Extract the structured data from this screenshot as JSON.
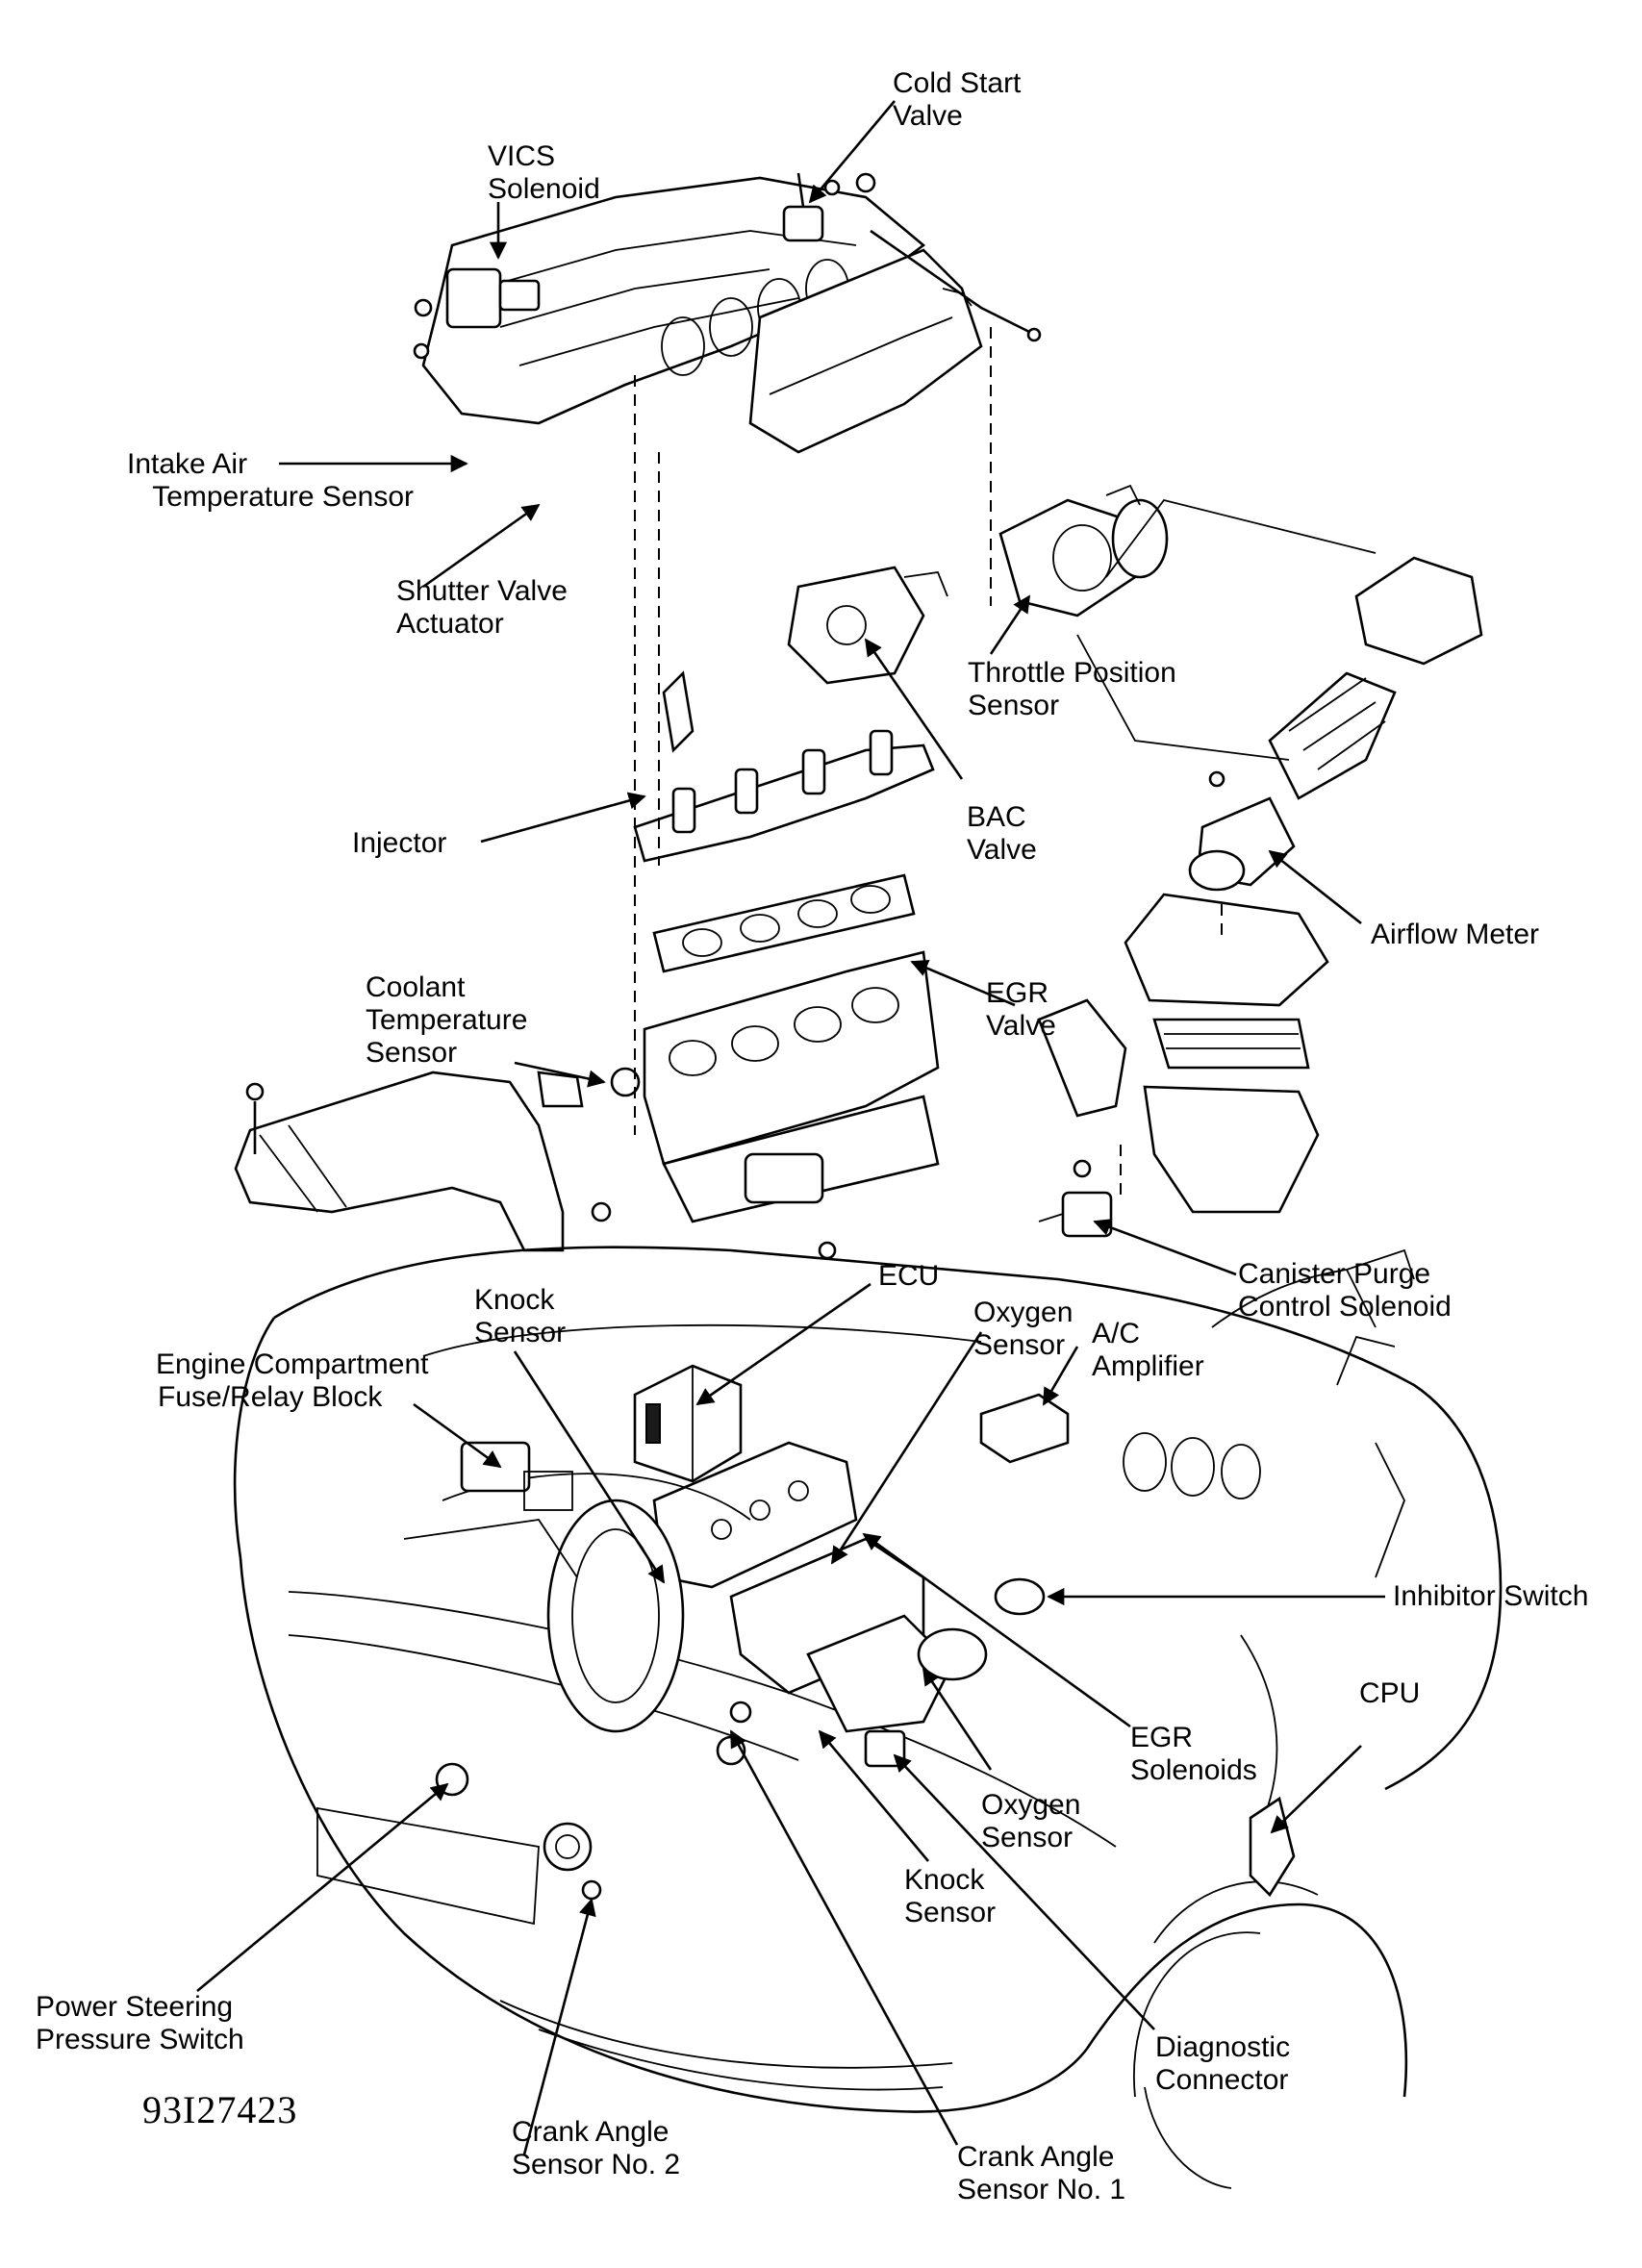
{
  "diagram": {
    "figure_code": "93I27423",
    "labels": {
      "cold_start_valve": [
        "Cold Start",
        "Valve"
      ],
      "vics_solenoid": [
        "VICS",
        "Solenoid"
      ],
      "intake_air_temp_sensor": [
        "Intake Air",
        "Temperature Sensor"
      ],
      "shutter_valve_actuator": [
        "Shutter Valve",
        "Actuator"
      ],
      "throttle_position_sensor": [
        "Throttle Position",
        "Sensor"
      ],
      "bac_valve": [
        "BAC",
        "Valve"
      ],
      "injector": [
        "Injector"
      ],
      "airflow_meter": [
        "Airflow Meter"
      ],
      "coolant_temp_sensor": [
        "Coolant",
        "Temperature",
        "Sensor"
      ],
      "egr_valve": [
        "EGR",
        "Valve"
      ],
      "canister_purge": [
        "Canister Purge",
        "Control Solenoid"
      ],
      "knock_sensor_upper": [
        "Knock",
        "Sensor"
      ],
      "ecu": [
        "ECU"
      ],
      "oxygen_sensor_upper": [
        "Oxygen",
        "Sensor"
      ],
      "ac_amplifier": [
        "A/C",
        "Amplifier"
      ],
      "fuse_relay_block": [
        "Engine Compartment",
        "Fuse/Relay Block"
      ],
      "inhibitor_switch": [
        "Inhibitor Switch"
      ],
      "cpu": [
        "CPU"
      ],
      "egr_solenoids": [
        "EGR",
        "Solenoids"
      ],
      "oxygen_sensor_lower": [
        "Oxygen",
        "Sensor"
      ],
      "knock_sensor_lower": [
        "Knock",
        "Sensor"
      ],
      "power_steering_switch": [
        "Power Steering",
        "Pressure Switch"
      ],
      "diagnostic_connector": [
        "Diagnostic",
        "Connector"
      ],
      "crank_angle_sensor_2": [
        "Crank Angle",
        "Sensor No. 2"
      ],
      "crank_angle_sensor_1": [
        "Crank Angle",
        "Sensor No. 1"
      ]
    }
  }
}
